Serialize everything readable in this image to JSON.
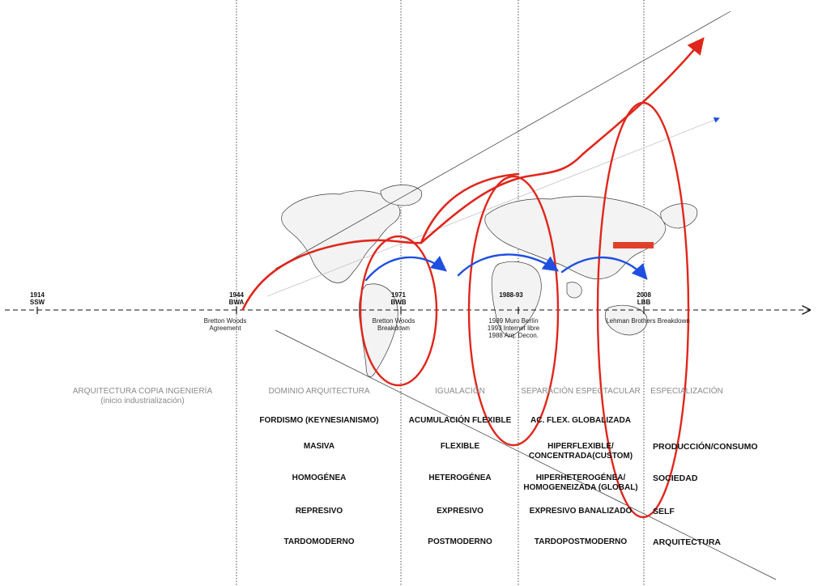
{
  "timeline": {
    "ticks": [
      {
        "year": "1914",
        "code": "SSW",
        "label": ""
      },
      {
        "year": "1944",
        "code": "BWA",
        "label": "Bretton Woods\nAgreement"
      },
      {
        "year": "1971",
        "code": "BWB",
        "label": "Bretton Woods\nBreakdown"
      },
      {
        "year": "1988-93",
        "code": "",
        "label": "1989 Muro Berlín\n1993 Internet libre\n1988 Arq. Decon."
      },
      {
        "year": "2008",
        "code": "LBB",
        "label": "Lehman Brothers Breakdown"
      }
    ]
  },
  "eras": {
    "pre": "ARQUITECTURA COPIA INGENIERÍA\n(inicio industrialización)",
    "e1": "DOMINIO ARQUITECTURA",
    "e2": "IGUALACIÓN",
    "e3": "SEPARACIÓN ESPECTACULAR",
    "e4": "ESPECIALIZACIÓN"
  },
  "columns": {
    "c1": [
      "FORDISMO (KEYNESIANISMO)",
      "MASIVA",
      "HOMOGÉNEA",
      "REPRESIVO",
      "TARDOMODERNO"
    ],
    "c2": [
      "ACUMULACIÓN FLEXIBLE",
      "FLEXIBLE",
      "HETEROGÉNEA",
      "EXPRESIVO",
      "POSTMODERNO"
    ],
    "c3": [
      "AC. FLEX. GLOBALIZADA",
      "HIPERFLEXIBLE/\nCONCENTRADA(CUSTOM)",
      "HIPERHETEROGÉNEA/\nHOMOGENEIZADA (GLOBAL)",
      "EXPRESIVO BANALIZADO",
      "TARDOPOSTMODERNO"
    ]
  },
  "dimensions": [
    "PRODUCCIÓN/CONSUMO",
    "SOCIEDAD",
    "SELF",
    "ARQUITECTURA"
  ],
  "colors": {
    "red": "#e0261c",
    "blue": "#1f4fe0",
    "axis": "#111111",
    "era": "#8a8a8a"
  }
}
